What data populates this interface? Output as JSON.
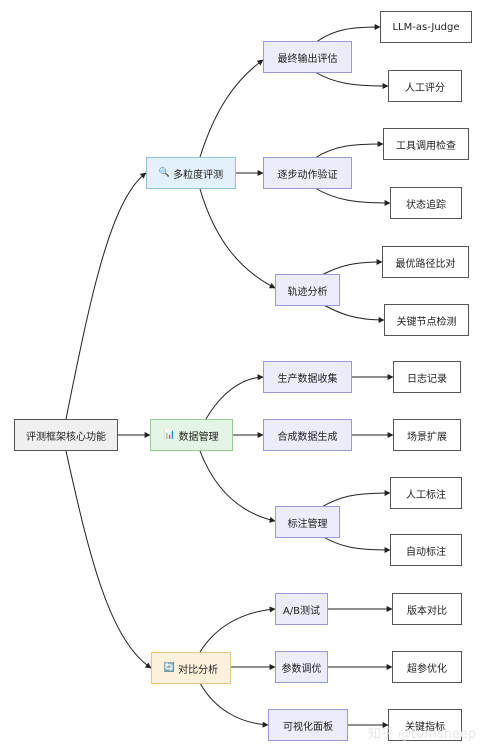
{
  "root": {
    "label": "评测框架核心功能"
  },
  "branches": {
    "multi": {
      "icon": "🔍",
      "label": "多粒度评测"
    },
    "data": {
      "icon": "📊",
      "label": "数据管理"
    },
    "compare": {
      "icon": "🔄",
      "label": "对比分析"
    }
  },
  "multi": {
    "final_eval": "最终输出评估",
    "llm_judge": "LLM-as-Judge",
    "human_score": "人工评分",
    "step_verify": "逐步动作验证",
    "tool_check": "工具调用检查",
    "state_track": "状态追踪",
    "trajectory": "轨迹分析",
    "optimal_path": "最优路径比对",
    "key_node": "关键节点检测"
  },
  "data": {
    "prod_collect": "生产数据收集",
    "log_record": "日志记录",
    "synthetic": "合成数据生成",
    "scene_expand": "场景扩展",
    "annotation": "标注管理",
    "human_label": "人工标注",
    "auto_label": "自动标注"
  },
  "compare": {
    "ab_test": "A/B测试",
    "version_compare": "版本对比",
    "param_tune": "参数调优",
    "hyper_opt": "超参优化",
    "viz_panel": "可视化面板",
    "metrics": "关键指标"
  },
  "watermark": "知乎 @tomsheep",
  "colors": {
    "root_fill": "#f0f0f0",
    "multi_fill": "#e2f1fb",
    "data_fill": "#e4f5e4",
    "compare_fill": "#fdf1dc",
    "level2_fill": "#ececfc",
    "leaf_fill": "#ffffff"
  }
}
